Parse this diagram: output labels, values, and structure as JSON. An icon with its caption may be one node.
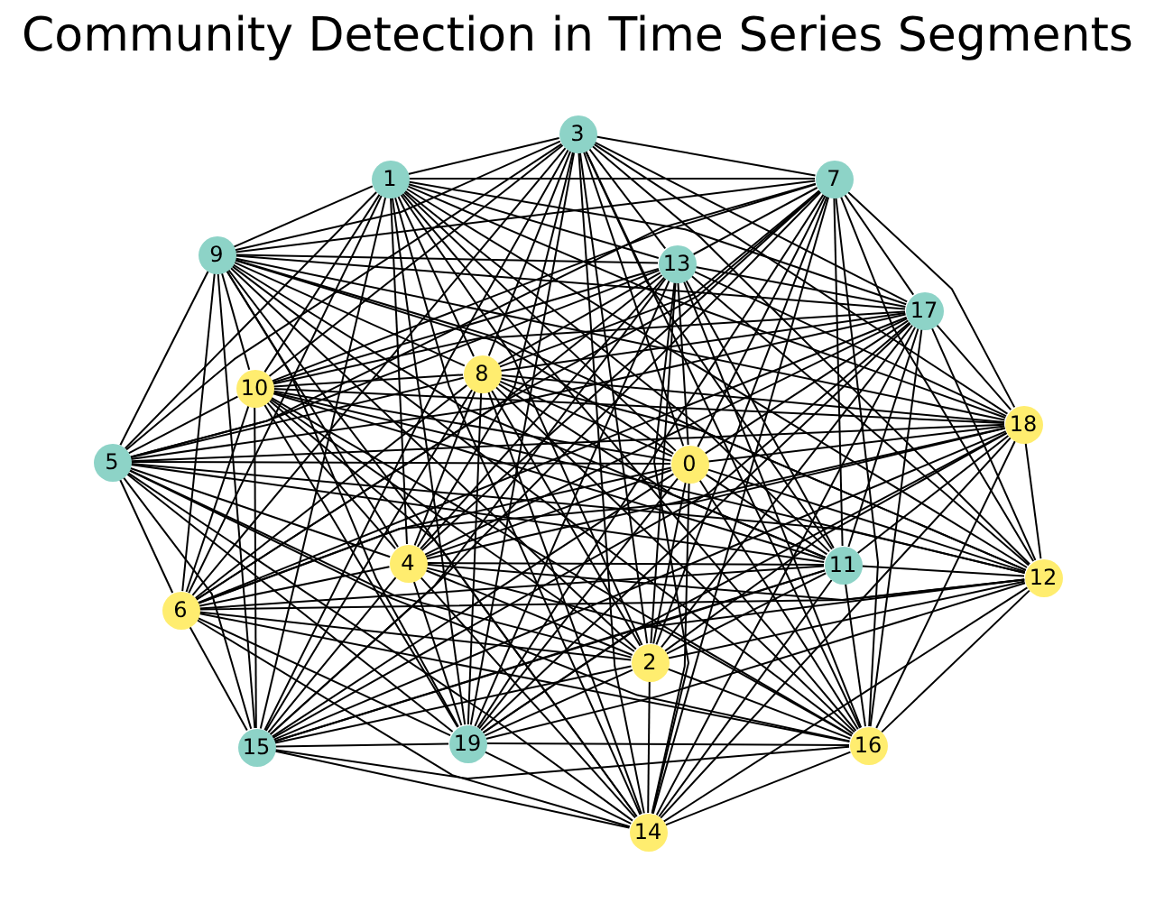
{
  "diagram": {
    "title": "Community Detection in Time Series Segments",
    "nodes": [
      {
        "text": [
          "0"
        ]
      },
      {
        "text": [
          "1"
        ]
      },
      {
        "text": [
          "2"
        ]
      },
      {
        "text": [
          "3"
        ]
      },
      {
        "text": [
          "4"
        ]
      },
      {
        "text": [
          "5"
        ]
      },
      {
        "text": [
          "6"
        ]
      },
      {
        "text": [
          "7"
        ]
      },
      {
        "text": [
          "8"
        ]
      },
      {
        "text": [
          "9"
        ]
      },
      {
        "text": [
          "10"
        ]
      },
      {
        "text": [
          "11"
        ]
      },
      {
        "text": [
          "12"
        ]
      },
      {
        "text": [
          "13"
        ]
      },
      {
        "text": [
          "14"
        ]
      },
      {
        "text": [
          "15"
        ]
      },
      {
        "text": [
          "16"
        ]
      },
      {
        "text": [
          "17"
        ]
      },
      {
        "text": [
          "18"
        ]
      },
      {
        "text": [
          "19"
        ]
      }
    ],
    "edges": [
      {
        "from": 0,
        "to": 1,
        "arrow": "none"
      },
      {
        "from": 0,
        "to": 2,
        "arrow": "none"
      },
      {
        "from": 0,
        "to": 3,
        "arrow": "none"
      },
      {
        "from": 0,
        "to": 4,
        "arrow": "none"
      },
      {
        "from": 0,
        "to": 5,
        "arrow": "none"
      },
      {
        "from": 0,
        "to": 6,
        "arrow": "none"
      },
      {
        "from": 0,
        "to": 7,
        "arrow": "none"
      },
      {
        "from": 0,
        "to": 8,
        "arrow": "none"
      },
      {
        "from": 0,
        "to": 9,
        "arrow": "none"
      },
      {
        "from": 0,
        "to": 10,
        "arrow": "none"
      },
      {
        "from": 0,
        "to": 11,
        "arrow": "none"
      },
      {
        "from": 0,
        "to": 12,
        "arrow": "none"
      },
      {
        "from": 0,
        "to": 13,
        "arrow": "none"
      },
      {
        "from": 0,
        "to": 14,
        "arrow": "none"
      },
      {
        "from": 0,
        "to": 15,
        "arrow": "none"
      },
      {
        "from": 0,
        "to": 16,
        "arrow": "none"
      },
      {
        "from": 0,
        "to": 17,
        "arrow": "none"
      },
      {
        "from": 0,
        "to": 18,
        "arrow": "none"
      },
      {
        "from": 0,
        "to": 19,
        "arrow": "none"
      },
      {
        "from": 1,
        "to": 2,
        "arrow": "none"
      },
      {
        "from": 1,
        "to": 3,
        "arrow": "none"
      },
      {
        "from": 1,
        "to": 4,
        "arrow": "none"
      },
      {
        "from": 1,
        "to": 5,
        "arrow": "none"
      },
      {
        "from": 1,
        "to": 6,
        "arrow": "none"
      },
      {
        "from": 1,
        "to": 7,
        "arrow": "none"
      },
      {
        "from": 1,
        "to": 8,
        "arrow": "none"
      },
      {
        "from": 1,
        "to": 9,
        "arrow": "none"
      },
      {
        "from": 1,
        "to": 10,
        "arrow": "none"
      },
      {
        "from": 1,
        "to": 11,
        "arrow": "none"
      },
      {
        "from": 1,
        "to": 12,
        "arrow": "none"
      },
      {
        "from": 1,
        "to": 13,
        "arrow": "none"
      },
      {
        "from": 1,
        "to": 14,
        "arrow": "none"
      },
      {
        "from": 1,
        "to": 15,
        "arrow": "none"
      },
      {
        "from": 1,
        "to": 16,
        "arrow": "none"
      },
      {
        "from": 1,
        "to": 17,
        "arrow": "none"
      },
      {
        "from": 1,
        "to": 18,
        "arrow": "none"
      },
      {
        "from": 1,
        "to": 19,
        "arrow": "none"
      },
      {
        "from": 2,
        "to": 3,
        "arrow": "none"
      },
      {
        "from": 2,
        "to": 4,
        "arrow": "none"
      },
      {
        "from": 2,
        "to": 5,
        "arrow": "none"
      },
      {
        "from": 2,
        "to": 6,
        "arrow": "none"
      },
      {
        "from": 2,
        "to": 7,
        "arrow": "none"
      },
      {
        "from": 2,
        "to": 8,
        "arrow": "none"
      },
      {
        "from": 2,
        "to": 9,
        "arrow": "none"
      },
      {
        "from": 2,
        "to": 10,
        "arrow": "none"
      },
      {
        "from": 2,
        "to": 11,
        "arrow": "none"
      },
      {
        "from": 2,
        "to": 12,
        "arrow": "none"
      },
      {
        "from": 2,
        "to": 13,
        "arrow": "none"
      },
      {
        "from": 2,
        "to": 14,
        "arrow": "none"
      },
      {
        "from": 2,
        "to": 15,
        "arrow": "none"
      },
      {
        "from": 2,
        "to": 16,
        "arrow": "none"
      },
      {
        "from": 2,
        "to": 17,
        "arrow": "none"
      },
      {
        "from": 2,
        "to": 18,
        "arrow": "none"
      },
      {
        "from": 2,
        "to": 19,
        "arrow": "none"
      },
      {
        "from": 3,
        "to": 4,
        "arrow": "none"
      },
      {
        "from": 3,
        "to": 5,
        "arrow": "none"
      },
      {
        "from": 3,
        "to": 6,
        "arrow": "none"
      },
      {
        "from": 3,
        "to": 7,
        "arrow": "none"
      },
      {
        "from": 3,
        "to": 8,
        "arrow": "none"
      },
      {
        "from": 3,
        "to": 9,
        "arrow": "none"
      },
      {
        "from": 3,
        "to": 10,
        "arrow": "none"
      },
      {
        "from": 3,
        "to": 11,
        "arrow": "none"
      },
      {
        "from": 3,
        "to": 12,
        "arrow": "none"
      },
      {
        "from": 3,
        "to": 13,
        "arrow": "none"
      },
      {
        "from": 3,
        "to": 14,
        "arrow": "none"
      },
      {
        "from": 3,
        "to": 15,
        "arrow": "none"
      },
      {
        "from": 3,
        "to": 16,
        "arrow": "none"
      },
      {
        "from": 3,
        "to": 17,
        "arrow": "none"
      },
      {
        "from": 3,
        "to": 18,
        "arrow": "none"
      },
      {
        "from": 3,
        "to": 19,
        "arrow": "none"
      },
      {
        "from": 4,
        "to": 5,
        "arrow": "none"
      },
      {
        "from": 4,
        "to": 6,
        "arrow": "none"
      },
      {
        "from": 4,
        "to": 7,
        "arrow": "none"
      },
      {
        "from": 4,
        "to": 8,
        "arrow": "none"
      },
      {
        "from": 4,
        "to": 9,
        "arrow": "none"
      },
      {
        "from": 4,
        "to": 10,
        "arrow": "none"
      },
      {
        "from": 4,
        "to": 11,
        "arrow": "none"
      },
      {
        "from": 4,
        "to": 12,
        "arrow": "none"
      },
      {
        "from": 4,
        "to": 13,
        "arrow": "none"
      },
      {
        "from": 4,
        "to": 14,
        "arrow": "none"
      },
      {
        "from": 4,
        "to": 15,
        "arrow": "none"
      },
      {
        "from": 4,
        "to": 16,
        "arrow": "none"
      },
      {
        "from": 4,
        "to": 17,
        "arrow": "none"
      },
      {
        "from": 4,
        "to": 18,
        "arrow": "none"
      },
      {
        "from": 4,
        "to": 19,
        "arrow": "none"
      },
      {
        "from": 5,
        "to": 6,
        "arrow": "none"
      },
      {
        "from": 5,
        "to": 7,
        "arrow": "none"
      },
      {
        "from": 5,
        "to": 8,
        "arrow": "none"
      },
      {
        "from": 5,
        "to": 9,
        "arrow": "none"
      },
      {
        "from": 5,
        "to": 10,
        "arrow": "none"
      },
      {
        "from": 5,
        "to": 11,
        "arrow": "none"
      },
      {
        "from": 5,
        "to": 12,
        "arrow": "none"
      },
      {
        "from": 5,
        "to": 13,
        "arrow": "none"
      },
      {
        "from": 5,
        "to": 14,
        "arrow": "none"
      },
      {
        "from": 5,
        "to": 15,
        "arrow": "none"
      },
      {
        "from": 5,
        "to": 16,
        "arrow": "none"
      },
      {
        "from": 5,
        "to": 17,
        "arrow": "none"
      },
      {
        "from": 5,
        "to": 18,
        "arrow": "none"
      },
      {
        "from": 5,
        "to": 19,
        "arrow": "none"
      },
      {
        "from": 6,
        "to": 7,
        "arrow": "none"
      },
      {
        "from": 6,
        "to": 8,
        "arrow": "none"
      },
      {
        "from": 6,
        "to": 9,
        "arrow": "none"
      },
      {
        "from": 6,
        "to": 10,
        "arrow": "none"
      },
      {
        "from": 6,
        "to": 11,
        "arrow": "none"
      },
      {
        "from": 6,
        "to": 12,
        "arrow": "none"
      },
      {
        "from": 6,
        "to": 13,
        "arrow": "none"
      },
      {
        "from": 6,
        "to": 14,
        "arrow": "none"
      },
      {
        "from": 6,
        "to": 15,
        "arrow": "none"
      },
      {
        "from": 6,
        "to": 16,
        "arrow": "none"
      },
      {
        "from": 6,
        "to": 17,
        "arrow": "none"
      },
      {
        "from": 6,
        "to": 18,
        "arrow": "none"
      },
      {
        "from": 6,
        "to": 19,
        "arrow": "none"
      },
      {
        "from": 7,
        "to": 8,
        "arrow": "none"
      },
      {
        "from": 7,
        "to": 9,
        "arrow": "none"
      },
      {
        "from": 7,
        "to": 10,
        "arrow": "none"
      },
      {
        "from": 7,
        "to": 11,
        "arrow": "none"
      },
      {
        "from": 7,
        "to": 12,
        "arrow": "none"
      },
      {
        "from": 7,
        "to": 13,
        "arrow": "none"
      },
      {
        "from": 7,
        "to": 14,
        "arrow": "none"
      },
      {
        "from": 7,
        "to": 15,
        "arrow": "none"
      },
      {
        "from": 7,
        "to": 16,
        "arrow": "none"
      },
      {
        "from": 7,
        "to": 17,
        "arrow": "none"
      },
      {
        "from": 7,
        "to": 18,
        "arrow": "none"
      },
      {
        "from": 7,
        "to": 19,
        "arrow": "none"
      },
      {
        "from": 8,
        "to": 9,
        "arrow": "none"
      },
      {
        "from": 8,
        "to": 10,
        "arrow": "none"
      },
      {
        "from": 8,
        "to": 11,
        "arrow": "none"
      },
      {
        "from": 8,
        "to": 12,
        "arrow": "none"
      },
      {
        "from": 8,
        "to": 13,
        "arrow": "none"
      },
      {
        "from": 8,
        "to": 14,
        "arrow": "none"
      },
      {
        "from": 8,
        "to": 15,
        "arrow": "none"
      },
      {
        "from": 8,
        "to": 16,
        "arrow": "none"
      },
      {
        "from": 8,
        "to": 17,
        "arrow": "none"
      },
      {
        "from": 8,
        "to": 18,
        "arrow": "none"
      },
      {
        "from": 8,
        "to": 19,
        "arrow": "none"
      },
      {
        "from": 9,
        "to": 10,
        "arrow": "none"
      },
      {
        "from": 9,
        "to": 11,
        "arrow": "none"
      },
      {
        "from": 9,
        "to": 12,
        "arrow": "none"
      },
      {
        "from": 9,
        "to": 13,
        "arrow": "none"
      },
      {
        "from": 9,
        "to": 14,
        "arrow": "none"
      },
      {
        "from": 9,
        "to": 15,
        "arrow": "none"
      },
      {
        "from": 9,
        "to": 16,
        "arrow": "none"
      },
      {
        "from": 9,
        "to": 17,
        "arrow": "none"
      },
      {
        "from": 9,
        "to": 18,
        "arrow": "none"
      },
      {
        "from": 9,
        "to": 19,
        "arrow": "none"
      },
      {
        "from": 10,
        "to": 11,
        "arrow": "none"
      },
      {
        "from": 10,
        "to": 12,
        "arrow": "none"
      },
      {
        "from": 10,
        "to": 13,
        "arrow": "none"
      },
      {
        "from": 10,
        "to": 14,
        "arrow": "none"
      },
      {
        "from": 10,
        "to": 15,
        "arrow": "none"
      },
      {
        "from": 10,
        "to": 16,
        "arrow": "none"
      },
      {
        "from": 10,
        "to": 17,
        "arrow": "none"
      },
      {
        "from": 10,
        "to": 18,
        "arrow": "none"
      },
      {
        "from": 10,
        "to": 19,
        "arrow": "none"
      },
      {
        "from": 11,
        "to": 12,
        "arrow": "none"
      },
      {
        "from": 11,
        "to": 13,
        "arrow": "none"
      },
      {
        "from": 11,
        "to": 14,
        "arrow": "none"
      },
      {
        "from": 11,
        "to": 15,
        "arrow": "none"
      },
      {
        "from": 11,
        "to": 16,
        "arrow": "none"
      },
      {
        "from": 11,
        "to": 17,
        "arrow": "none"
      },
      {
        "from": 11,
        "to": 18,
        "arrow": "none"
      },
      {
        "from": 11,
        "to": 19,
        "arrow": "none"
      },
      {
        "from": 12,
        "to": 13,
        "arrow": "none"
      },
      {
        "from": 12,
        "to": 14,
        "arrow": "none"
      },
      {
        "from": 12,
        "to": 15,
        "arrow": "none"
      },
      {
        "from": 12,
        "to": 16,
        "arrow": "none"
      },
      {
        "from": 12,
        "to": 17,
        "arrow": "none"
      },
      {
        "from": 12,
        "to": 18,
        "arrow": "none"
      },
      {
        "from": 12,
        "to": 19,
        "arrow": "none"
      },
      {
        "from": 13,
        "to": 14,
        "arrow": "none"
      },
      {
        "from": 13,
        "to": 15,
        "arrow": "none"
      },
      {
        "from": 13,
        "to": 16,
        "arrow": "none"
      },
      {
        "from": 13,
        "to": 17,
        "arrow": "none"
      },
      {
        "from": 13,
        "to": 18,
        "arrow": "none"
      },
      {
        "from": 13,
        "to": 19,
        "arrow": "none"
      },
      {
        "from": 14,
        "to": 15,
        "arrow": "none"
      },
      {
        "from": 14,
        "to": 16,
        "arrow": "none"
      },
      {
        "from": 14,
        "to": 17,
        "arrow": "none"
      },
      {
        "from": 14,
        "to": 18,
        "arrow": "none"
      },
      {
        "from": 14,
        "to": 19,
        "arrow": "none"
      },
      {
        "from": 15,
        "to": 16,
        "arrow": "none"
      },
      {
        "from": 15,
        "to": 17,
        "arrow": "none"
      },
      {
        "from": 15,
        "to": 18,
        "arrow": "none"
      },
      {
        "from": 15,
        "to": 19,
        "arrow": "none"
      },
      {
        "from": 16,
        "to": 17,
        "arrow": "none"
      },
      {
        "from": 16,
        "to": 18,
        "arrow": "none"
      },
      {
        "from": 16,
        "to": 19,
        "arrow": "none"
      },
      {
        "from": 17,
        "to": 18,
        "arrow": "none"
      },
      {
        "from": 17,
        "to": 19,
        "arrow": "none"
      },
      {
        "from": 18,
        "to": 19,
        "arrow": "none"
      }
    ]
  }
}
